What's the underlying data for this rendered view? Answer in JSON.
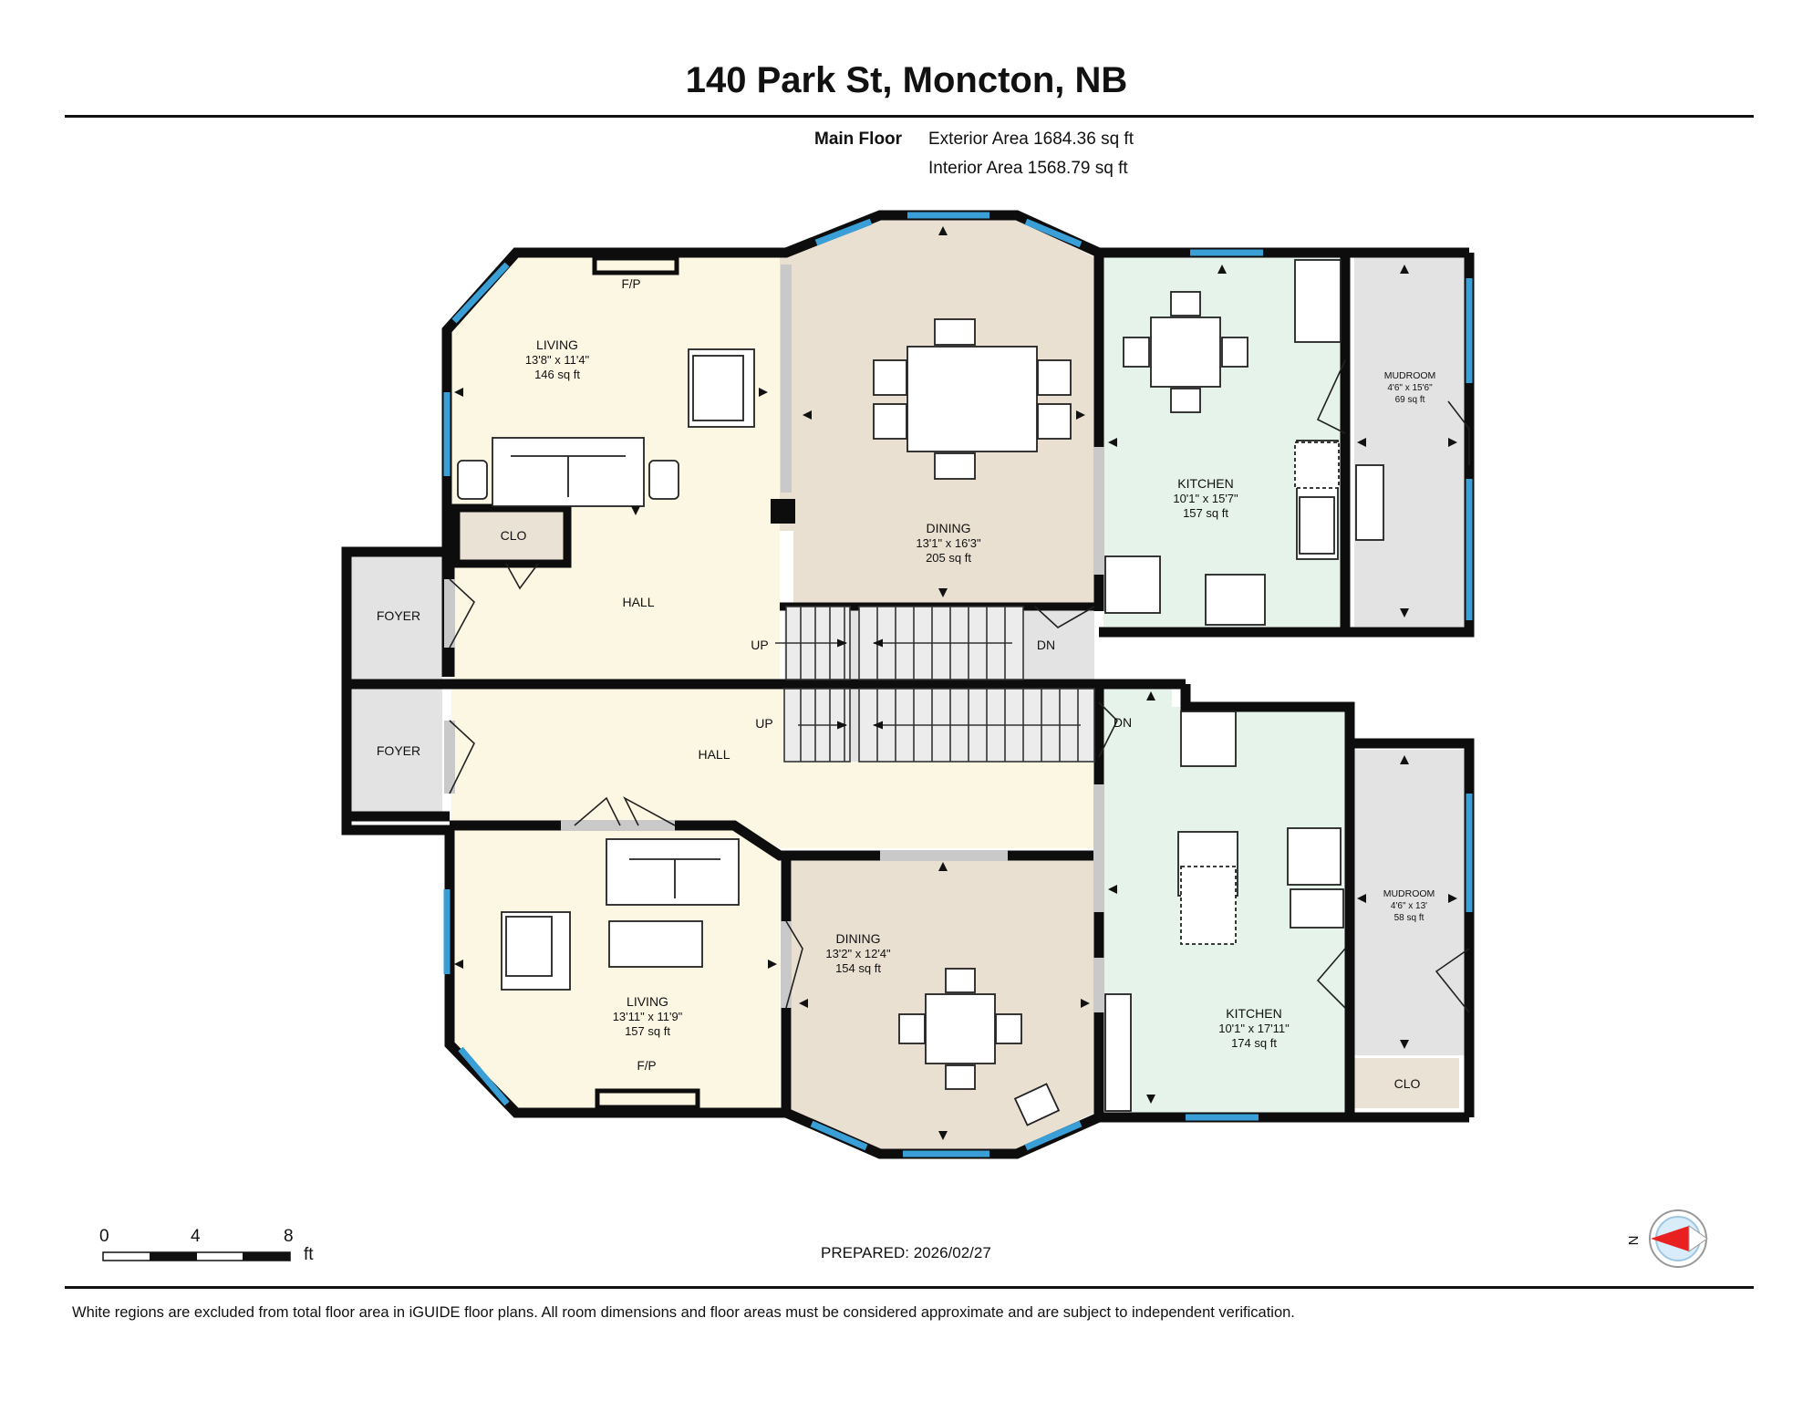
{
  "header": {
    "title": "140 Park St, Moncton, NB",
    "floor_name": "Main Floor",
    "exterior_area": "Exterior Area 1684.36 sq ft",
    "interior_area": "Interior Area 1568.79 sq ft"
  },
  "rooms": {
    "living_top": {
      "name": "LIVING",
      "dims": "13'8\" x 11'4\"",
      "area": "146 sq ft"
    },
    "dining_top": {
      "name": "DINING",
      "dims": "13'1\" x 16'3\"",
      "area": "205 sq ft"
    },
    "kitchen_top": {
      "name": "KITCHEN",
      "dims": "10'1\" x 15'7\"",
      "area": "157 sq ft"
    },
    "mudroom_top": {
      "name": "MUDROOM",
      "dims": "4'6\" x 15'6\"",
      "area": "69 sq ft"
    },
    "clo_top": "CLO",
    "foyer_top": "FOYER",
    "hall_top": "HALL",
    "up_top": "UP",
    "dn_top": "DN",
    "fp_top": "F/P",
    "foyer_bottom": "FOYER",
    "hall_bottom": "HALL",
    "up_bottom": "UP",
    "dn_bottom": "DN",
    "living_bottom": {
      "name": "LIVING",
      "dims": "13'11\" x 11'9\"",
      "area": "157 sq ft"
    },
    "dining_bottom": {
      "name": "DINING",
      "dims": "13'2\" x 12'4\"",
      "area": "154 sq ft"
    },
    "kitchen_bottom": {
      "name": "KITCHEN",
      "dims": "10'1\" x 17'11\"",
      "area": "174 sq ft"
    },
    "mudroom_bottom": {
      "name": "MUDROOM",
      "dims": "4'6\" x 13'",
      "area": "58 sq ft"
    },
    "clo_bottom": "CLO",
    "fp_bottom": "F/P"
  },
  "scale": {
    "t0": "0",
    "t4": "4",
    "t8": "8",
    "unit": "ft"
  },
  "compass": {
    "label": "N"
  },
  "prepared": "PREPARED: 2026/02/27",
  "footer": "White regions are excluded from total floor area in iGUIDE floor plans. All room dimensions and floor areas must be considered approximate and are subject to independent verification.",
  "colors": {
    "living": "#fcf7e3",
    "dining": "#e9e0d1",
    "kitchen": "#e5f3ea",
    "mudroom": "#e3e3e3",
    "closet": "#eae2d4",
    "wall": "#0d0d0d",
    "window": "#3a9fd6",
    "compass_arrow": "#e8201f"
  }
}
